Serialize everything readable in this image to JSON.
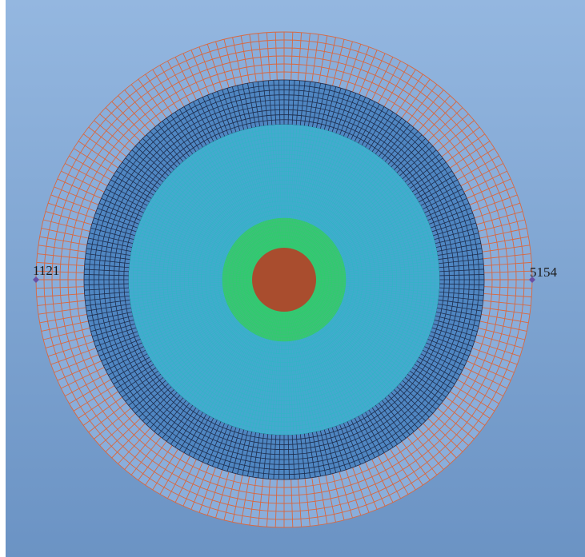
{
  "mesh": {
    "regions": [
      {
        "name": "outer-ring",
        "fill": "#8aaedb",
        "stroke": "#d9673e"
      },
      {
        "name": "dark-ring",
        "fill": "#4f86c2",
        "stroke": "#1d2d4d"
      },
      {
        "name": "cyan-disk",
        "fill": "#45a9cf",
        "stroke": "#2fb6c4"
      },
      {
        "name": "green-ring",
        "fill": "#3fbf7a",
        "stroke": "#2bd06a"
      },
      {
        "name": "core",
        "fill": "#a94d2e",
        "stroke": "#a94d2e"
      }
    ],
    "nodes": [
      {
        "id": "1121",
        "label": "1121",
        "side": "left",
        "color": "#6a4fa3"
      },
      {
        "id": "5154",
        "label": "5154",
        "side": "right",
        "color": "#6a4fa3"
      }
    ]
  }
}
